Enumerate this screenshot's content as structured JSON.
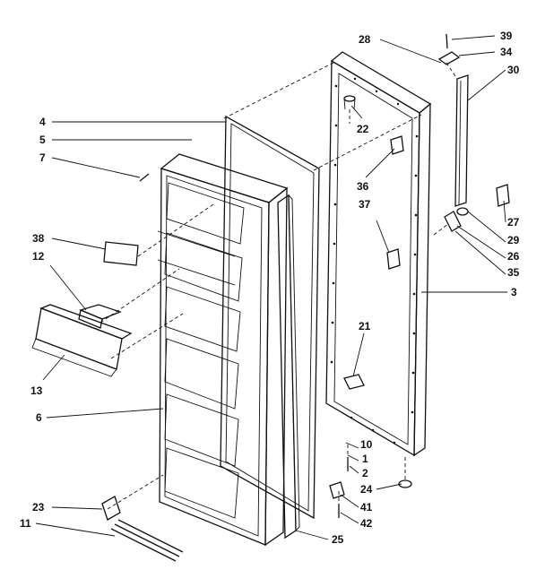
{
  "title": "",
  "callouts": [
    {
      "id": "c39",
      "text": "39"
    },
    {
      "id": "c34",
      "text": "34"
    },
    {
      "id": "c30",
      "text": "30"
    },
    {
      "id": "c28",
      "text": "28"
    },
    {
      "id": "c4",
      "text": "4"
    },
    {
      "id": "c5",
      "text": "5"
    },
    {
      "id": "c7",
      "text": "7"
    },
    {
      "id": "c22",
      "text": "22"
    },
    {
      "id": "c36",
      "text": "36"
    },
    {
      "id": "c37",
      "text": "37"
    },
    {
      "id": "c27",
      "text": "27"
    },
    {
      "id": "c29",
      "text": "29"
    },
    {
      "id": "c26",
      "text": "26"
    },
    {
      "id": "c35",
      "text": "35"
    },
    {
      "id": "c3",
      "text": "3"
    },
    {
      "id": "c38",
      "text": "38"
    },
    {
      "id": "c12",
      "text": "12"
    },
    {
      "id": "c13",
      "text": "13"
    },
    {
      "id": "c6",
      "text": "6"
    },
    {
      "id": "c21",
      "text": "21"
    },
    {
      "id": "c10",
      "text": "10"
    },
    {
      "id": "c1",
      "text": "1"
    },
    {
      "id": "c2",
      "text": "2"
    },
    {
      "id": "c24",
      "text": "24"
    },
    {
      "id": "c41",
      "text": "41"
    },
    {
      "id": "c42",
      "text": "42"
    },
    {
      "id": "c23",
      "text": "23"
    },
    {
      "id": "c11",
      "text": "11"
    },
    {
      "id": "c25",
      "text": "25"
    }
  ]
}
